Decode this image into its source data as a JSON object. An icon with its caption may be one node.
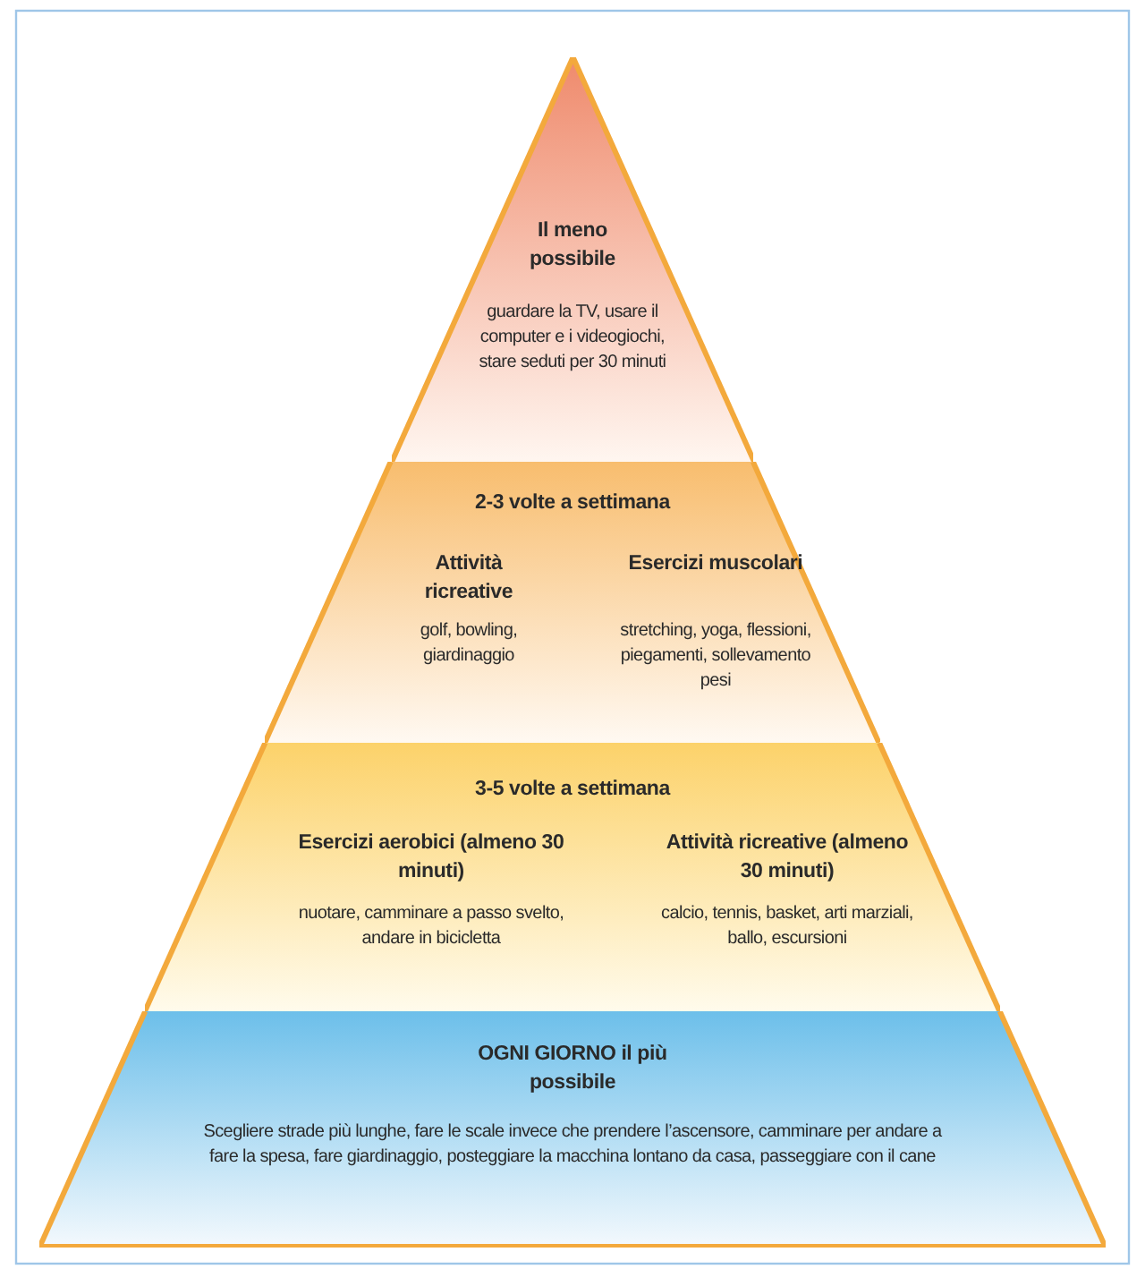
{
  "diagram": {
    "nodes": [
      {
        "text": [
          "Il meno possibile",
          "guardare la TV, usare il computer e i videogiochi, stare seduti per 30 minuti"
        ]
      },
      {
        "text": [
          "2-3 volte a settimana"
        ]
      },
      {
        "text": [
          "Attività ricreative",
          "golf, bowling, giardinaggio"
        ],
        "in": 1
      },
      {
        "text": [
          "Esercizi muscolari",
          "stretching, yoga, flessioni, piegamenti, sollevamento pesi"
        ],
        "in": 1
      },
      {
        "text": [
          "3-5 volte a settimana"
        ]
      },
      {
        "text": [
          "Esercizi aerobici (almeno 30 minuti)",
          "nuotare, camminare a passo svelto, andare in bicicletta"
        ],
        "in": 4
      },
      {
        "text": [
          "Attività ricreative (almeno 30 minuti)",
          "calcio, tennis, basket, arti marziali, ballo, escursioni"
        ],
        "in": 4
      },
      {
        "text": [
          "OGNI GIORNO il più possibile",
          "Scegliere strade più lunghe, fare le scale invece che prendere l’ascensore, camminare per andare a fare la spesa, fare giardinaggio, posteggiare la macchina lontano da casa, passeggiare con il cane"
        ]
      }
    ]
  }
}
